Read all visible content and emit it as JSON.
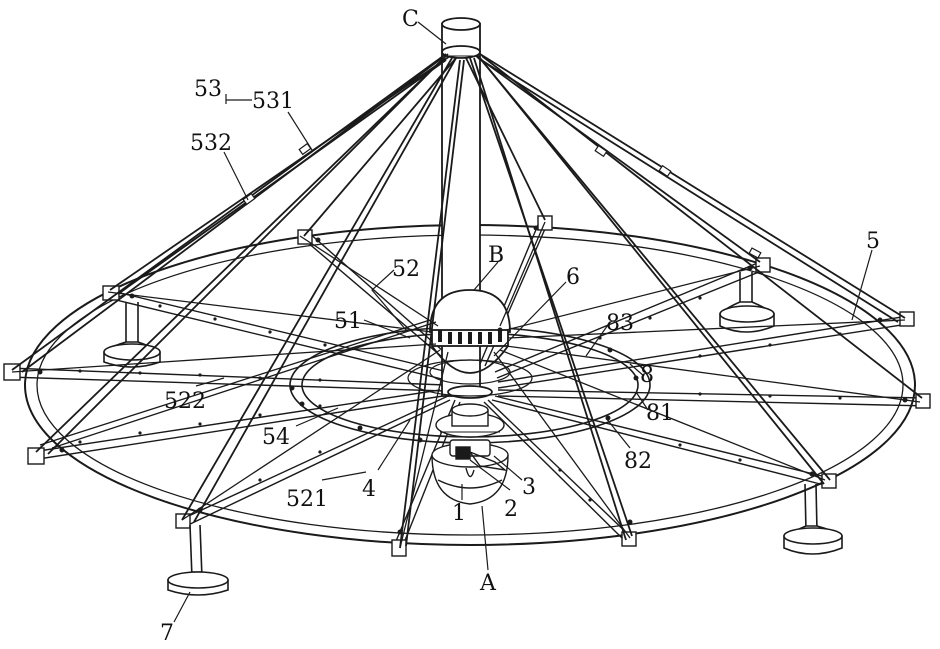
{
  "labels": {
    "C": "C",
    "B": "B",
    "A": "A",
    "n53": "53",
    "n531": "531",
    "n532": "532",
    "n5": "5",
    "n52": "52",
    "n51": "51",
    "n6": "6",
    "n83": "83",
    "n8": "8",
    "n81": "81",
    "n82": "82",
    "n522": "522",
    "n54": "54",
    "n4": "4",
    "n3": "3",
    "n2": "2",
    "n1": "1",
    "n521": "521",
    "n7": "7"
  },
  "colors": {
    "line": "#1a1a1a",
    "background": "#ffffff"
  }
}
